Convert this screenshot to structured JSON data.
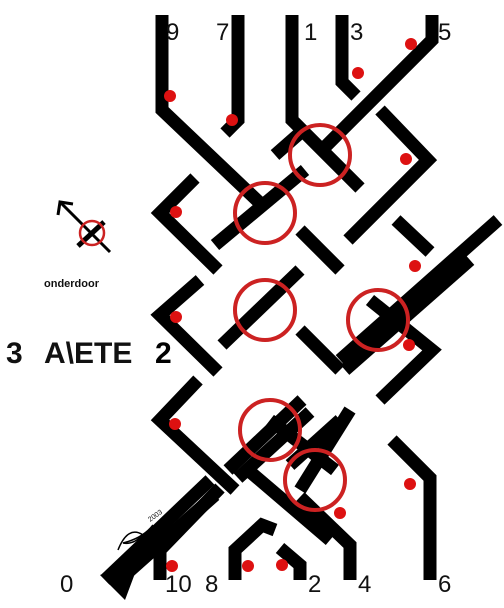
{
  "top_labels": [
    "9",
    "7",
    "1",
    "3",
    "5"
  ],
  "bottom_labels": [
    "0",
    "10",
    "8",
    "2",
    "4",
    "6"
  ],
  "side_title_parts": [
    "3",
    "A\\ETE",
    "2"
  ],
  "legend": {
    "caption": "onderdoor",
    "icon": "under-crossing-arrow-icon"
  },
  "signature": {
    "year": "2003",
    "icon": "signature-scribble-icon"
  },
  "colors": {
    "strand": "#000000",
    "ring": "#cc2222",
    "dot": "#dd1111",
    "accent": "#3366cc"
  }
}
